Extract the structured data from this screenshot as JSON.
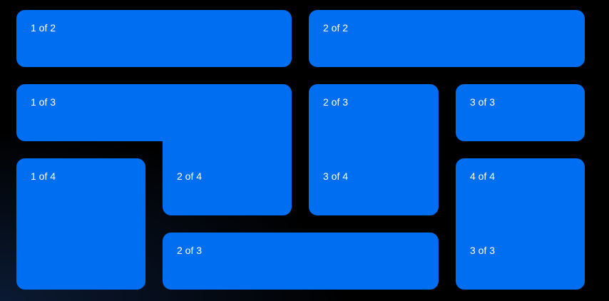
{
  "colors": {
    "background": "#000000",
    "tile": "#006ef0",
    "label": "#ffffff"
  },
  "row1": {
    "a": "1 of 2",
    "b": "2 of 2"
  },
  "row2": {
    "a": "1 of 3",
    "b": "2 of 3",
    "c": "3 of 3"
  },
  "row3": {
    "a": "1 of 4",
    "b": "2 of 4",
    "c": "3 of 4",
    "d": "4 of 4"
  },
  "row4": {
    "b": "2 of 3",
    "c": "3 of 3"
  }
}
